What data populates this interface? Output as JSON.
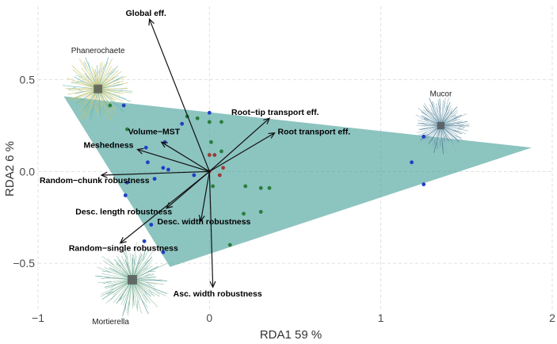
{
  "chart_data": {
    "type": "scatter",
    "xlabel": "RDA1 59 %",
    "ylabel": "RDA2 6 %",
    "xlim": [
      -1.0,
      2.0
    ],
    "ylim": [
      -0.75,
      0.9
    ],
    "xticks": [
      -1,
      0,
      1,
      2
    ],
    "yticks": [
      -0.5,
      0.0,
      0.5
    ],
    "xtick_labels": [
      "−1",
      "0",
      "1",
      "2"
    ],
    "ytick_labels": [
      "−0.5",
      "0.0",
      "0.5"
    ],
    "grid": true,
    "hull_color": "#3f9d96",
    "hull": [
      [
        -0.85,
        0.41
      ],
      [
        1.88,
        0.13
      ],
      [
        -0.23,
        -0.52
      ]
    ],
    "arrows": [
      {
        "label": "Global eff.",
        "x": -0.35,
        "y": 0.83
      },
      {
        "label": "Root−tip transport eff.",
        "x": 0.35,
        "y": 0.29
      },
      {
        "label": "Root transport eff.",
        "x": 0.38,
        "y": 0.21
      },
      {
        "label": "Volume−MST",
        "x": -0.28,
        "y": 0.16
      },
      {
        "label": "Meshedness",
        "x": -0.42,
        "y": 0.12
      },
      {
        "label": "Random−chunk robustness",
        "x": -0.63,
        "y": -0.02
      },
      {
        "label": "Desc. length robustness",
        "x": -0.25,
        "y": -0.2
      },
      {
        "label": "Desc. width robustness",
        "x": -0.05,
        "y": -0.27
      },
      {
        "label": "Random−single robustness",
        "x": -0.52,
        "y": -0.39
      },
      {
        "label": "Asc. width robustness",
        "x": 0.02,
        "y": -0.63
      }
    ],
    "point_groups": [
      {
        "color": "#1f3fc4",
        "points": [
          [
            -0.5,
            0.36
          ],
          [
            0.0,
            0.32
          ],
          [
            -0.16,
            0.26
          ],
          [
            -0.26,
            0.16
          ],
          [
            -0.37,
            0.13
          ],
          [
            -0.36,
            0.05
          ],
          [
            -0.27,
            0.02
          ],
          [
            -0.24,
            0.01
          ],
          [
            -0.09,
            -0.02
          ],
          [
            -0.32,
            -0.04
          ],
          [
            -0.48,
            -0.06
          ],
          [
            -0.49,
            -0.13
          ],
          [
            -0.34,
            -0.29
          ],
          [
            -0.38,
            -0.38
          ],
          [
            1.25,
            0.19
          ],
          [
            1.18,
            0.05
          ],
          [
            1.25,
            -0.07
          ],
          [
            -0.27,
            -0.44
          ]
        ]
      },
      {
        "color": "#2a7d3a",
        "points": [
          [
            -0.58,
            0.36
          ],
          [
            -0.48,
            0.23
          ],
          [
            -0.13,
            0.3
          ],
          [
            -0.07,
            0.29
          ],
          [
            0.0,
            0.27
          ],
          [
            0.07,
            0.27
          ],
          [
            0.01,
            0.16
          ],
          [
            0.07,
            0.11
          ],
          [
            0.02,
            -0.08
          ],
          [
            0.21,
            -0.08
          ],
          [
            0.3,
            -0.09
          ],
          [
            0.35,
            -0.09
          ],
          [
            0.2,
            -0.23
          ],
          [
            0.3,
            -0.22
          ],
          [
            0.12,
            -0.4
          ]
        ]
      },
      {
        "color": "#9b3a36",
        "points": [
          [
            0.0,
            0.09
          ],
          [
            0.03,
            0.09
          ],
          [
            0.08,
            0.02
          ],
          [
            0.06,
            -0.02
          ],
          [
            0.0,
            0.0
          ]
        ]
      }
    ],
    "species": [
      {
        "name": "Phanerochaete",
        "cx": -0.65,
        "cy": 0.45,
        "r": 0.21,
        "color": "#c9c46a",
        "accent": "#5fb3b3"
      },
      {
        "name": "Mucor",
        "cx": 1.35,
        "cy": 0.25,
        "r": 0.18,
        "color": "#8fb3c2",
        "accent": "#3b6f86"
      },
      {
        "name": "Mortierella",
        "cx": -0.45,
        "cy": -0.59,
        "r": 0.23,
        "color": "#9cc3a6",
        "accent": "#3d8f8a"
      }
    ]
  }
}
